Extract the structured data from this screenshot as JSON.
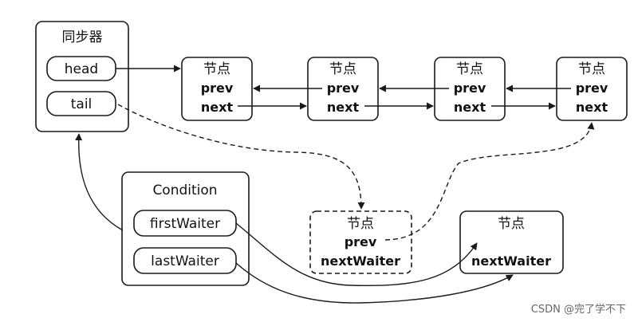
{
  "sync": {
    "title": "同步器",
    "head": "head",
    "tail": "tail"
  },
  "queue_nodes": [
    {
      "title": "节点",
      "prev": "prev",
      "next": "next"
    },
    {
      "title": "节点",
      "prev": "prev",
      "next": "next"
    },
    {
      "title": "节点",
      "prev": "prev",
      "next": "next"
    },
    {
      "title": "节点",
      "prev": "prev",
      "next": "next"
    }
  ],
  "condition": {
    "title": "Condition",
    "first": "firstWaiter",
    "last": "lastWaiter"
  },
  "waiter_node_dashed": {
    "title": "节点",
    "prev": "prev",
    "next": "nextWaiter"
  },
  "waiter_node": {
    "title": "节点",
    "next": "nextWaiter"
  },
  "watermark": "CSDN @完了学不下",
  "colors": {
    "stroke": "#1a1a1a",
    "text": "#111111",
    "watermark": "#666666"
  }
}
